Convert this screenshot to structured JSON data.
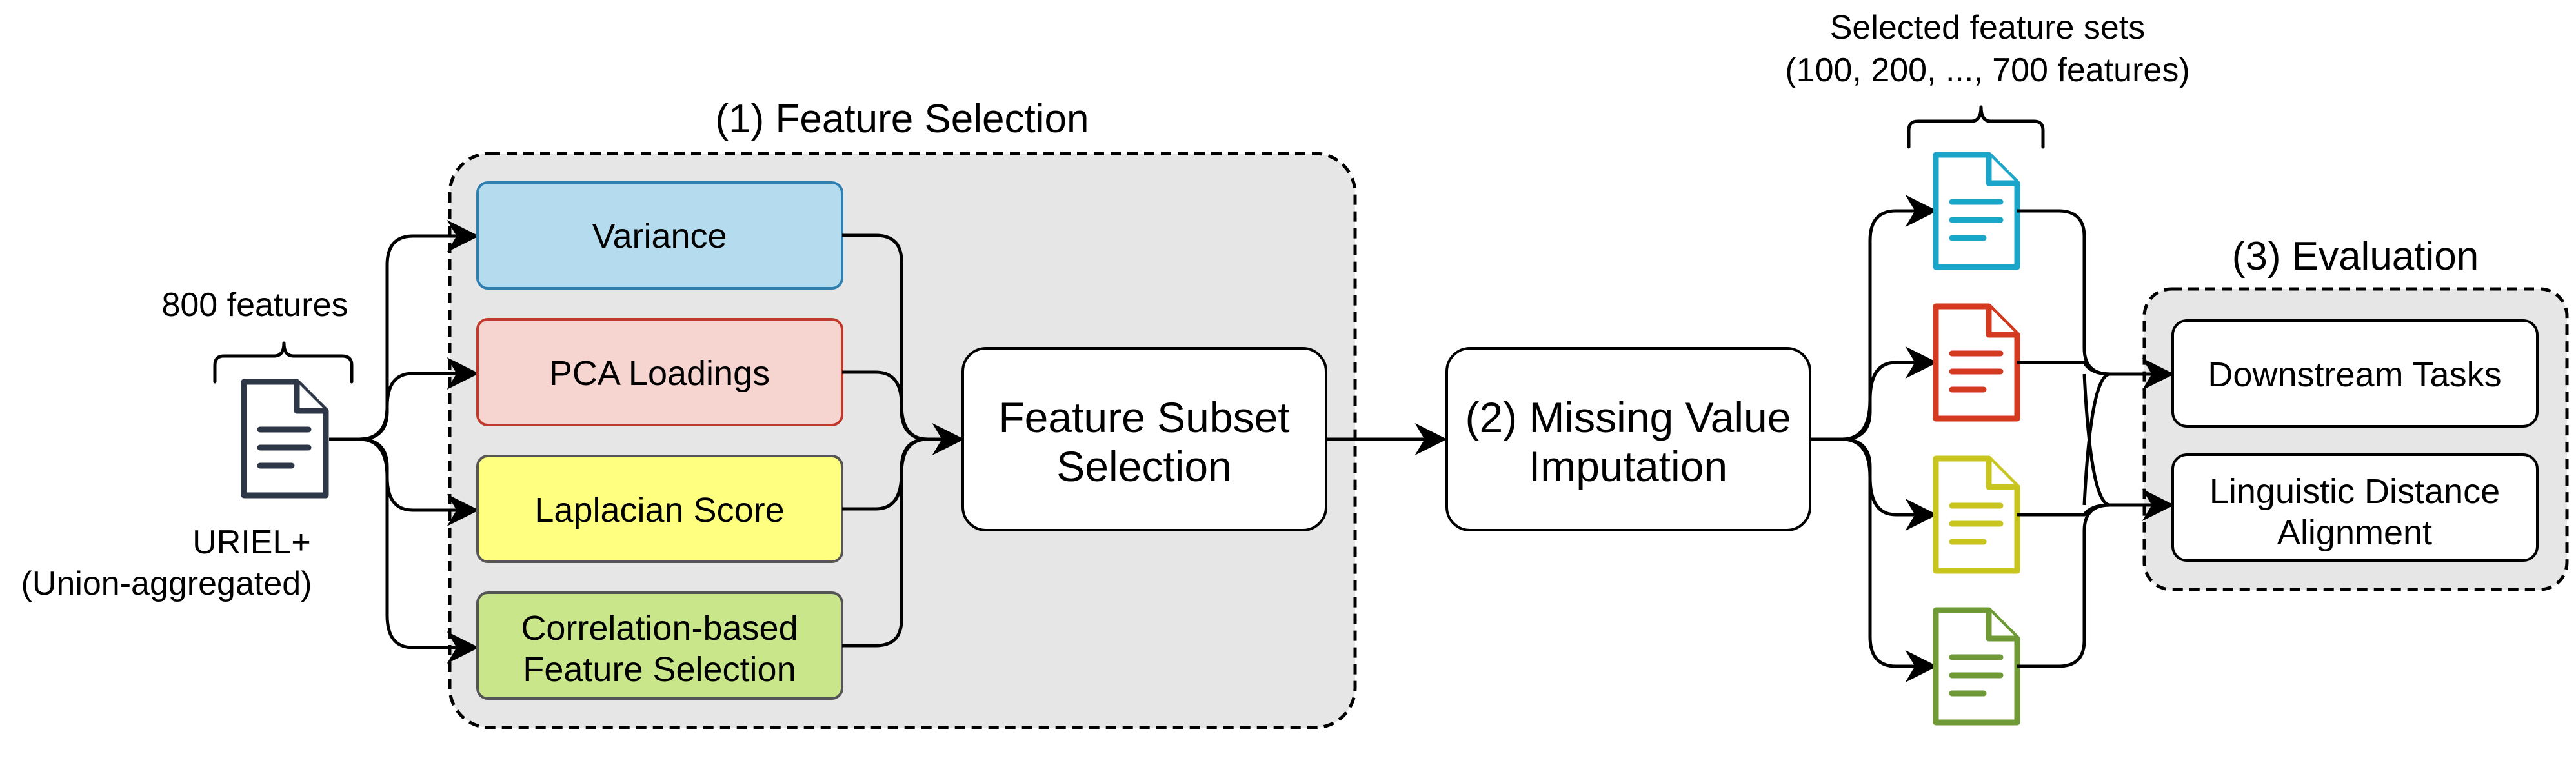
{
  "input": {
    "count_label": "800 features",
    "name_line1": "URIEL+",
    "name_line2": "(Union-aggregated)",
    "icon": "document-icon"
  },
  "feature_selection": {
    "title": "(1) Feature Selection",
    "methods": [
      {
        "label_lines": [
          "Variance"
        ],
        "fill": "#b4dcee",
        "stroke": "#2f7fb0"
      },
      {
        "label_lines": [
          "PCA Loadings"
        ],
        "fill": "#f6d4d0",
        "stroke": "#c0392b"
      },
      {
        "label_lines": [
          "Laplacian Score"
        ],
        "fill": "#ffff80",
        "stroke": "#555555"
      },
      {
        "label_lines": [
          "Correlation-based",
          "Feature Selection"
        ],
        "fill": "#c9e68a",
        "stroke": "#555555"
      }
    ],
    "subset_line1": "Feature Subset",
    "subset_line2": "Selection",
    "group_fill": "#e6e6e6"
  },
  "imputation": {
    "line1": "(2) Missing Value",
    "line2": "Imputation"
  },
  "selected_sets": {
    "title_line1": "Selected feature sets",
    "title_line2": "(100, 200, ..., 700 features)",
    "doc_colors": [
      "#1ba6c9",
      "#d43a20",
      "#c7c51e",
      "#6f9a35"
    ]
  },
  "evaluation": {
    "title": "(3) Evaluation",
    "task1": "Downstream Tasks",
    "task2_line1": "Linguistic Distance",
    "task2_line2": "Alignment",
    "group_fill": "#e6e6e6"
  },
  "colors": {
    "input_doc": "#2d3747",
    "line": "#000000"
  }
}
